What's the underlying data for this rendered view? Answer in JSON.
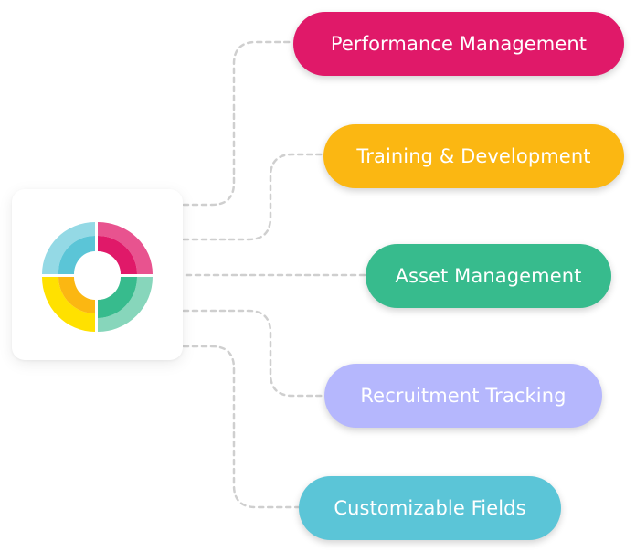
{
  "features": [
    {
      "label": "Performance Management",
      "color": "#e01969"
    },
    {
      "label": "Training & Development",
      "color": "#fbb712"
    },
    {
      "label": "Asset Management",
      "color": "#37bb8d"
    },
    {
      "label": "Recruitment Tracking",
      "color": "#b5b7fd"
    },
    {
      "label": "Customizable Fields",
      "color": "#5bc5d7"
    }
  ],
  "logo": {
    "colors": [
      "#e01969",
      "#5bc5d7",
      "#37bb8d",
      "#fbb712",
      "#ffe100"
    ]
  },
  "connector_color": "#cfcfcf"
}
